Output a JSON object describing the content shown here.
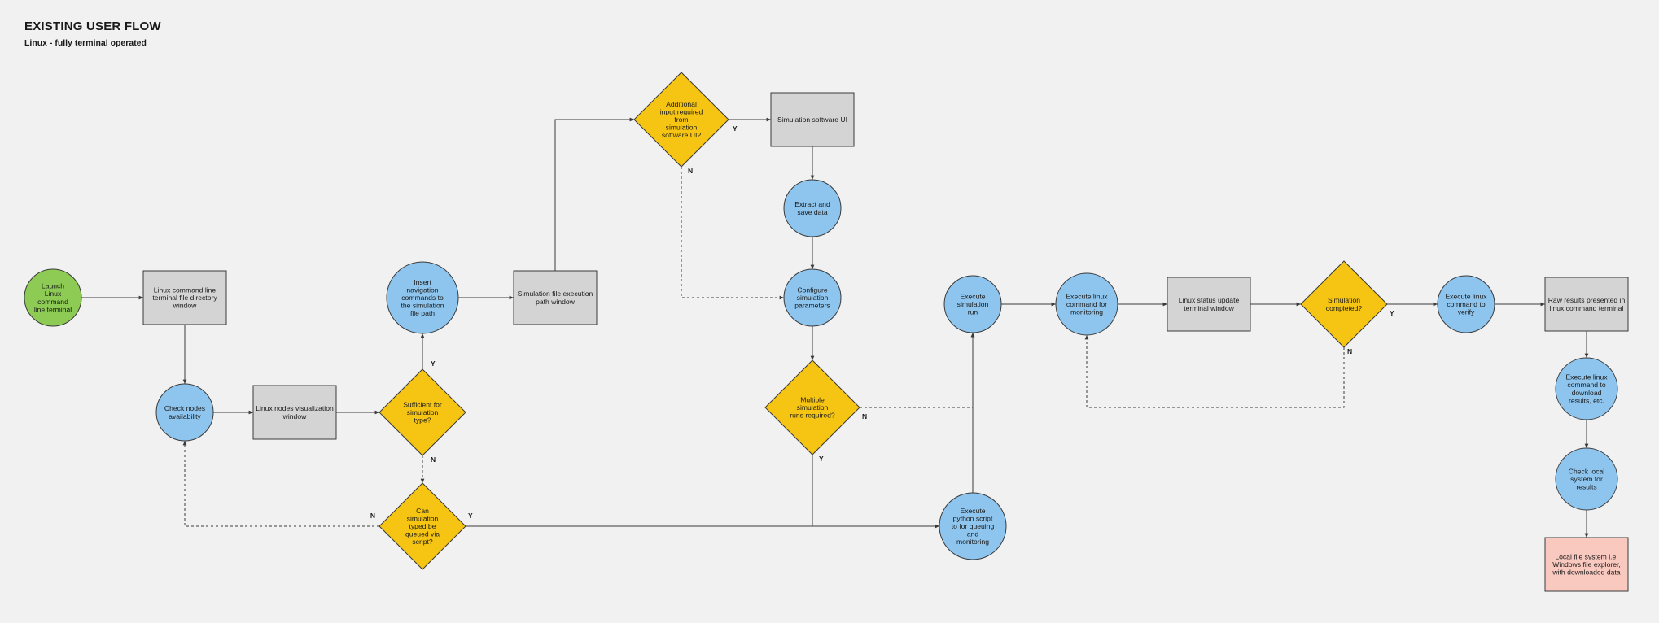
{
  "header": {
    "title": "EXISTING USER FLOW",
    "subtitle": "Linux - fully terminal operated"
  },
  "colors": {
    "background": "#f1f1f1",
    "start": "#8dcb55",
    "process_circle": "#8ec5ee",
    "window_box": "#d4d4d4",
    "decision": "#f6c514",
    "end_box": "#f9c9c0",
    "stroke": "#3a3a3a"
  },
  "nodes": [
    {
      "id": "launch",
      "kind": "start",
      "shape": "circle",
      "lines": [
        "Launch",
        "Linux",
        "command",
        "line terminal"
      ]
    },
    {
      "id": "dir_window",
      "kind": "window",
      "shape": "rect",
      "lines": [
        "Linux command line",
        "terminal file directory",
        "window"
      ]
    },
    {
      "id": "check_nodes",
      "kind": "process",
      "shape": "circle",
      "lines": [
        "Check nodes",
        "availability"
      ]
    },
    {
      "id": "nodes_window",
      "kind": "window",
      "shape": "rect",
      "lines": [
        "Linux nodes visualization",
        "window"
      ]
    },
    {
      "id": "sufficient",
      "kind": "decision",
      "shape": "diamond",
      "lines": [
        "Sufficient for",
        "simulation",
        "type?"
      ]
    },
    {
      "id": "insert_nav",
      "kind": "process",
      "shape": "circle",
      "lines": [
        "Insert",
        "navigation",
        "commands to",
        "the simulation",
        "file path"
      ]
    },
    {
      "id": "exec_path_window",
      "kind": "window",
      "shape": "rect",
      "lines": [
        "Simulation file execution",
        "path window"
      ]
    },
    {
      "id": "queued",
      "kind": "decision",
      "shape": "diamond",
      "lines": [
        "Can",
        "simulation",
        "typed be",
        "queued via",
        "script?"
      ]
    },
    {
      "id": "additional_input",
      "kind": "decision",
      "shape": "diamond",
      "lines": [
        "Additional",
        "input required",
        "from",
        "simulation",
        "software UI?"
      ]
    },
    {
      "id": "sim_ui",
      "kind": "window",
      "shape": "rect",
      "lines": [
        "Simulation software UI"
      ]
    },
    {
      "id": "extract",
      "kind": "process",
      "shape": "circle",
      "lines": [
        "Extract and",
        "save data"
      ]
    },
    {
      "id": "configure",
      "kind": "process",
      "shape": "circle",
      "lines": [
        "Configure",
        "simulation",
        "parameters"
      ]
    },
    {
      "id": "multiple",
      "kind": "decision",
      "shape": "diamond",
      "lines": [
        "Multiple",
        "simulation",
        "runs required?"
      ]
    },
    {
      "id": "exec_run",
      "kind": "process",
      "shape": "circle",
      "lines": [
        "Execute",
        "simulation",
        "run"
      ]
    },
    {
      "id": "python_script",
      "kind": "process",
      "shape": "circle",
      "lines": [
        "Execute",
        "python script",
        "to for queuing",
        "and",
        "monitoring"
      ]
    },
    {
      "id": "monitor",
      "kind": "process",
      "shape": "circle",
      "lines": [
        "Execute linux",
        "command for",
        "monitoring"
      ]
    },
    {
      "id": "status_window",
      "kind": "window",
      "shape": "rect",
      "lines": [
        "Linux status update",
        "terminal window"
      ]
    },
    {
      "id": "completed",
      "kind": "decision",
      "shape": "diamond",
      "lines": [
        "Simulation",
        "completed?"
      ]
    },
    {
      "id": "verify",
      "kind": "process",
      "shape": "circle",
      "lines": [
        "Execute linux",
        "command to",
        "verify"
      ]
    },
    {
      "id": "raw_results",
      "kind": "window",
      "shape": "rect",
      "lines": [
        "Raw results presented in",
        "linux command terminal"
      ]
    },
    {
      "id": "download",
      "kind": "process",
      "shape": "circle",
      "lines": [
        "Execute linux",
        "command to",
        "download",
        "results, etc."
      ]
    },
    {
      "id": "check_local",
      "kind": "process",
      "shape": "circle",
      "lines": [
        "Check local",
        "system for",
        "results"
      ]
    },
    {
      "id": "local_fs",
      "kind": "end",
      "shape": "rect",
      "lines": [
        "Local file system i.e.",
        "Windows file explorer,",
        "with downloaded data"
      ]
    }
  ],
  "edges": [
    {
      "from": "launch",
      "to": "dir_window",
      "style": "solid",
      "label": ""
    },
    {
      "from": "dir_window",
      "to": "check_nodes",
      "style": "solid",
      "label": ""
    },
    {
      "from": "check_nodes",
      "to": "nodes_window",
      "style": "solid",
      "label": ""
    },
    {
      "from": "nodes_window",
      "to": "sufficient",
      "style": "solid",
      "label": ""
    },
    {
      "from": "sufficient",
      "to": "insert_nav",
      "style": "solid",
      "label": "Y"
    },
    {
      "from": "sufficient",
      "to": "queued",
      "style": "dashed",
      "label": "N"
    },
    {
      "from": "queued",
      "to": "check_nodes",
      "style": "dashed",
      "label": "N"
    },
    {
      "from": "queued",
      "to": "python_script",
      "style": "solid",
      "label": "Y"
    },
    {
      "from": "insert_nav",
      "to": "exec_path_window",
      "style": "solid",
      "label": ""
    },
    {
      "from": "exec_path_window",
      "to": "additional_input",
      "style": "solid",
      "label": ""
    },
    {
      "from": "additional_input",
      "to": "sim_ui",
      "style": "solid",
      "label": "Y"
    },
    {
      "from": "additional_input",
      "to": "configure",
      "style": "dashed",
      "label": "N"
    },
    {
      "from": "sim_ui",
      "to": "extract",
      "style": "solid",
      "label": ""
    },
    {
      "from": "extract",
      "to": "configure",
      "style": "solid",
      "label": ""
    },
    {
      "from": "configure",
      "to": "multiple",
      "style": "solid",
      "label": ""
    },
    {
      "from": "multiple",
      "to": "exec_run",
      "style": "dashed",
      "label": "N"
    },
    {
      "from": "multiple",
      "to": "python_script",
      "style": "solid",
      "label": "Y"
    },
    {
      "from": "python_script",
      "to": "exec_run",
      "style": "solid",
      "label": ""
    },
    {
      "from": "exec_run",
      "to": "monitor",
      "style": "solid",
      "label": ""
    },
    {
      "from": "monitor",
      "to": "status_window",
      "style": "solid",
      "label": ""
    },
    {
      "from": "status_window",
      "to": "completed",
      "style": "solid",
      "label": ""
    },
    {
      "from": "completed",
      "to": "verify",
      "style": "solid",
      "label": "Y"
    },
    {
      "from": "completed",
      "to": "monitor",
      "style": "dashed",
      "label": "N"
    },
    {
      "from": "verify",
      "to": "raw_results",
      "style": "solid",
      "label": ""
    },
    {
      "from": "raw_results",
      "to": "download",
      "style": "solid",
      "label": ""
    },
    {
      "from": "download",
      "to": "check_local",
      "style": "solid",
      "label": ""
    },
    {
      "from": "check_local",
      "to": "local_fs",
      "style": "solid",
      "label": ""
    }
  ]
}
